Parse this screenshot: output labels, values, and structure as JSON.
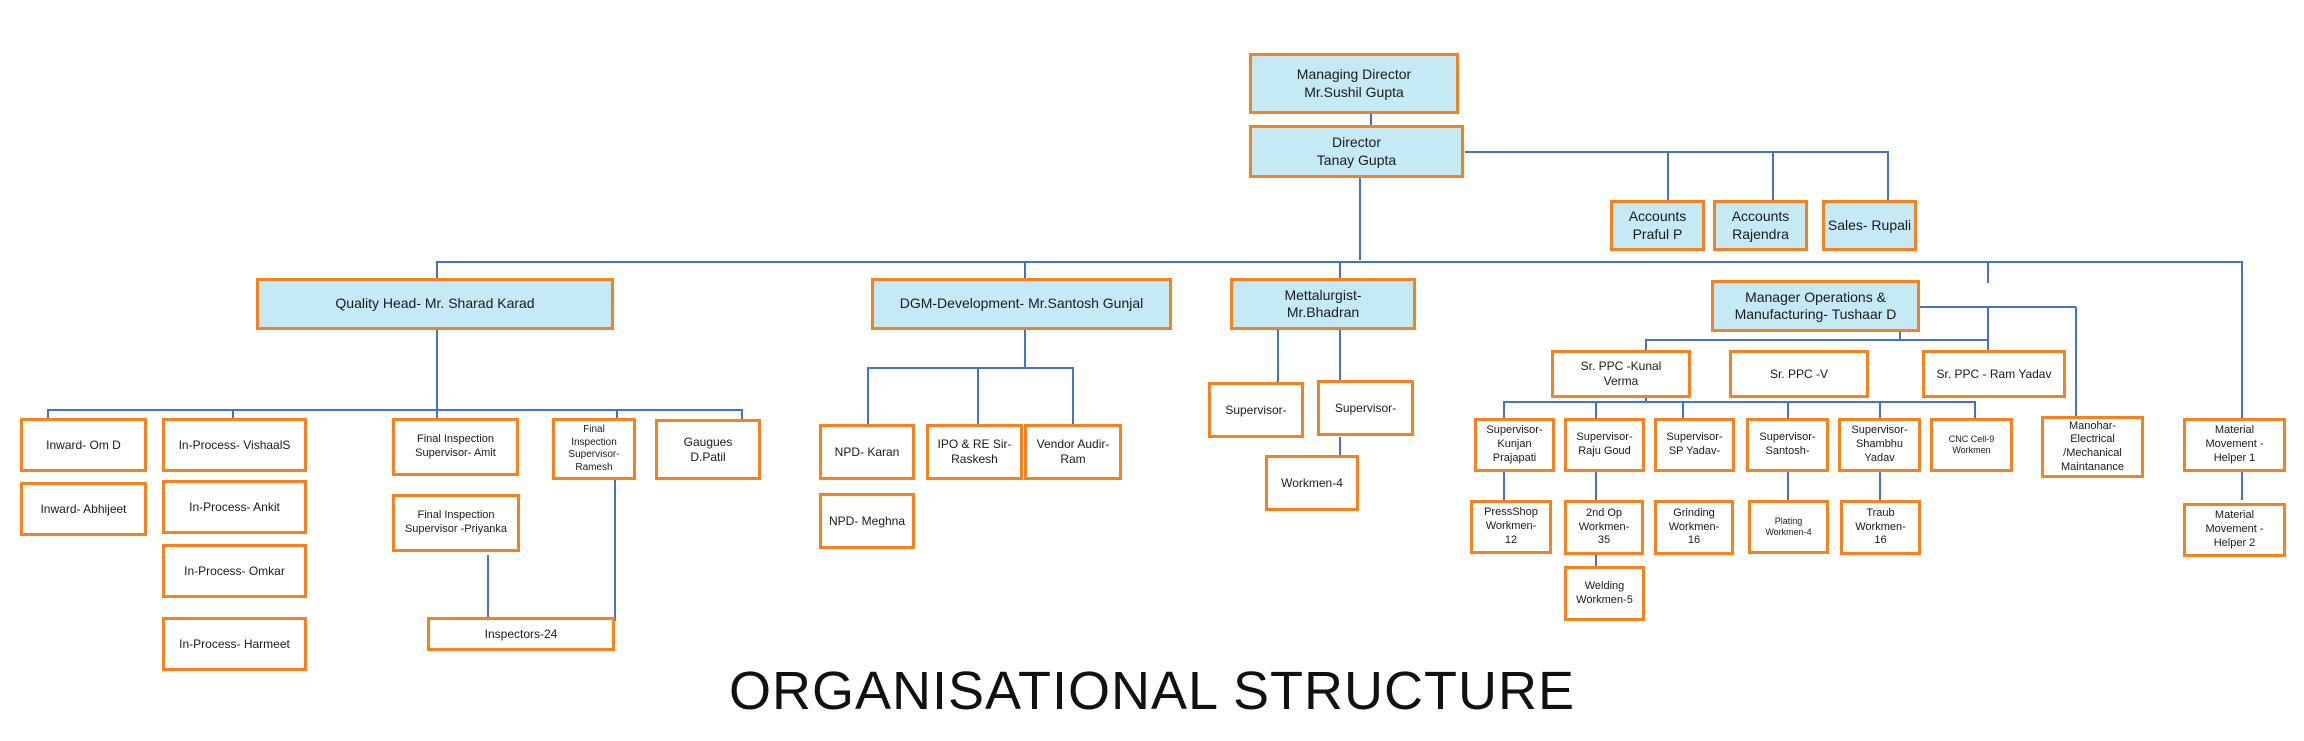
{
  "title": "ORGANISATIONAL STRUCTURE",
  "colors": {
    "box_border": "#f58220",
    "head_fill": "#c6e9f6",
    "connector": "#4472c4"
  },
  "nodes": {
    "md": "Managing Director\nMr.Sushil Gupta",
    "director": "Director\nTanay Gupta",
    "accounts_praful": "Accounts\nPraful P",
    "accounts_rajendra": "Accounts\nRajendra",
    "sales": "Sales- Rupali",
    "quality_head": "Quality  Head-  Mr. Sharad Karad",
    "dgm": "DGM-Development- Mr.Santosh Gunjal",
    "metallurgist": "Mettalurgist-\nMr.Bhadran",
    "manager_ops": "Manager Operations &\nManufacturing- Tushaar D",
    "inward_om": "Inward- Om D",
    "inward_abhijeet": "Inward-  Abhijeet",
    "inprocess_vishaal": "In-Process- VishaalS",
    "inprocess_ankit": "In-Process- Ankit",
    "inprocess_omkar": "In-Process- Omkar",
    "inprocess_harmeet": "In-Process- Harmeet",
    "final_amit": "Final Inspection\nSupervisor- Amit",
    "final_priyanka": "Final Inspection\nSupervisor -Priyanka",
    "final_ramesh": "Final\nInspection\nSupervisor-\nRamesh",
    "gauges": "Gaugues\nD.Patil",
    "inspectors": "Inspectors-24",
    "npd_karan": "NPD-  Karan",
    "npd_meghna": "NPD-  Meghna",
    "ipo_raskesh": "IPO & RE Sir-\nRaskesh",
    "vendor_ram": "Vendor Audir-\nRam",
    "met_sup1": "Supervisor-",
    "met_sup2": "Supervisor-",
    "met_workmen": "Workmen-4",
    "ppc_kunal": "Sr. PPC  -Kunal\nVerma",
    "ppc_v": "Sr. PPC  -V",
    "ppc_ram": "Sr. PPC  -  Ram Yadav",
    "manohar": "Manohar-\nElectrical\n/Mechanical\nMaintanance",
    "material1": "Material\nMovement -\nHelper 1",
    "material2": "Material\nMovement -\nHelper 2",
    "sup_kunjan": "Supervisor-\nKunjan\nPrajapati",
    "sup_raju": "Supervisor-\nRaju Goud",
    "sup_sp": "Supervisor-\nSP Yadav-",
    "sup_santosh": "Supervisor-\nSantosh-",
    "sup_shambhu": "Supervisor-\nShambhu\nYadav",
    "cnc": "CNC Cell-9\nWorkmen",
    "pressshop": "PressShop\nWorkmen-\n12",
    "op2": "2nd Op\nWorkmen-\n35",
    "welding": "Welding\nWorkmen-5",
    "grinding": "Grinding\nWorkmen-\n16",
    "plating": "Plating\nWorkmen-4",
    "traub": "Traub\nWorkmen-\n16"
  }
}
